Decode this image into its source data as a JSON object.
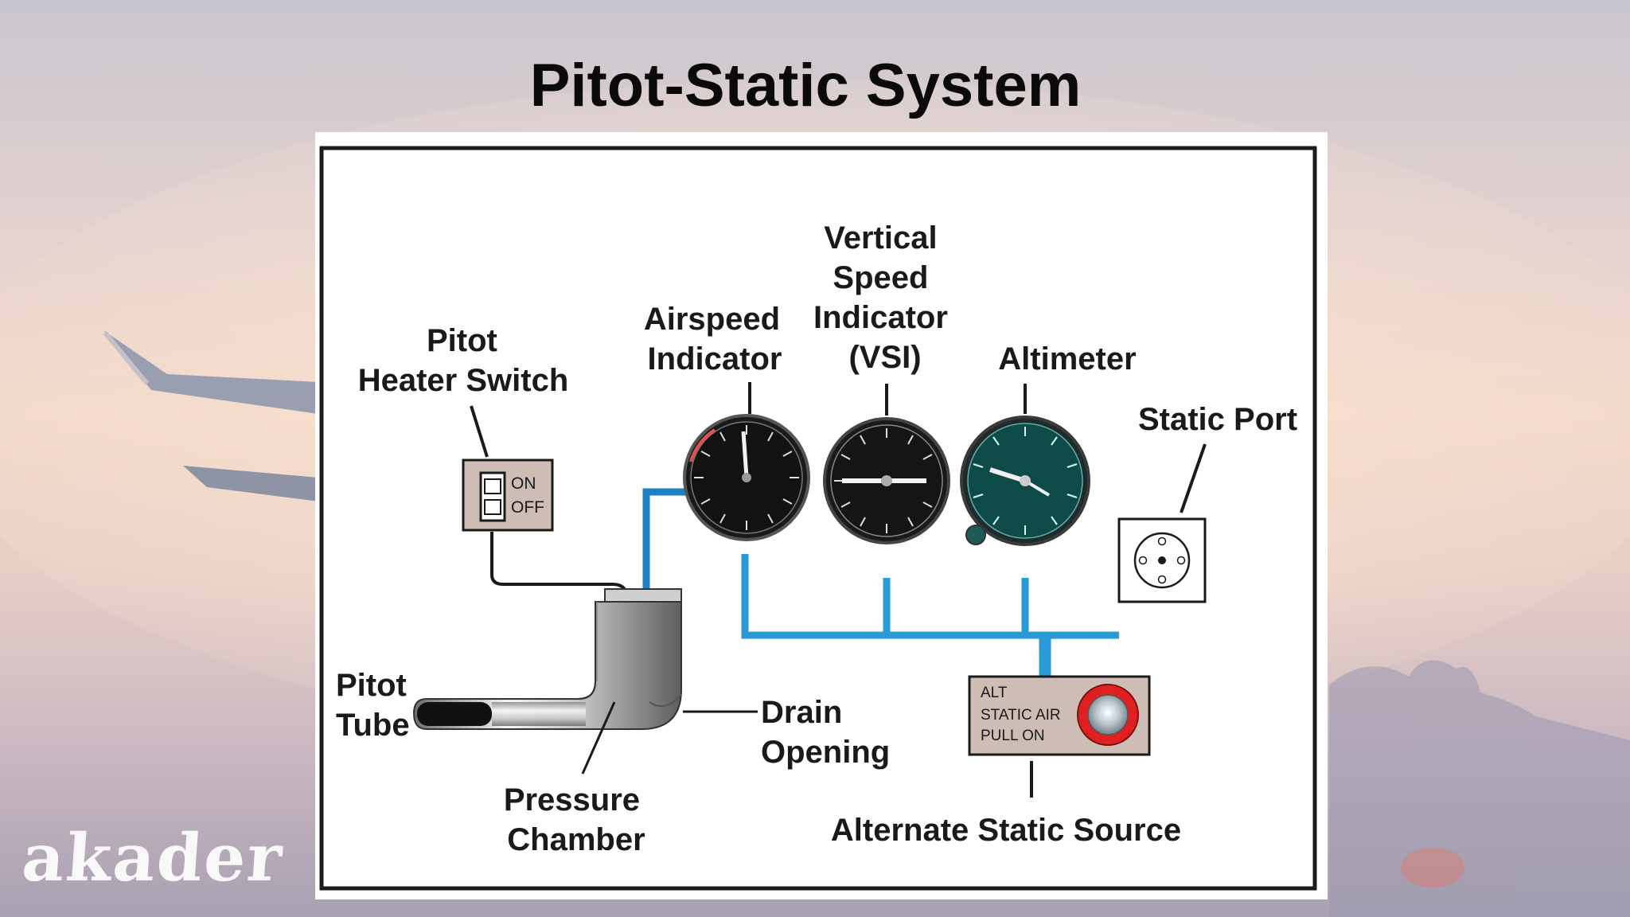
{
  "slide": {
    "title": "Pitot-Static System",
    "watermark": "akader"
  },
  "diagram": {
    "labels": {
      "pitot_heater_switch": [
        "Pitot",
        "Heater Switch"
      ],
      "airspeed_indicator": [
        "Airspeed",
        "Indicator"
      ],
      "vsi": [
        "Vertical",
        "Speed",
        "Indicator",
        "(VSI)"
      ],
      "altimeter": "Altimeter",
      "static_port": "Static Port",
      "pitot_tube": [
        "Pitot",
        "Tube"
      ],
      "pressure_chamber": [
        "Pressure",
        "Chamber"
      ],
      "drain_opening": [
        "Drain",
        "Opening"
      ],
      "alternate_static_source": "Alternate Static Source"
    },
    "switch_panel": {
      "on": "ON",
      "off": "OFF"
    },
    "alt_static_panel": {
      "line1": "ALT",
      "line2": "STATIC AIR",
      "line3": "PULL ON"
    },
    "colors": {
      "static_line": "#2a9ad6",
      "pitot_line": "#1f7fc4",
      "gauge_face": "#111111",
      "altimeter_face": "#0e4a48",
      "alt_knob_ring": "#e02020"
    },
    "icons": {
      "airspeed_indicator": "airspeed-gauge-icon",
      "vsi": "vsi-gauge-icon",
      "altimeter": "altimeter-gauge-icon",
      "static_port": "static-port-icon",
      "switch": "toggle-switch-icon",
      "alt_static_knob": "pull-knob-icon",
      "pitot_tube": "pitot-tube-icon"
    }
  }
}
